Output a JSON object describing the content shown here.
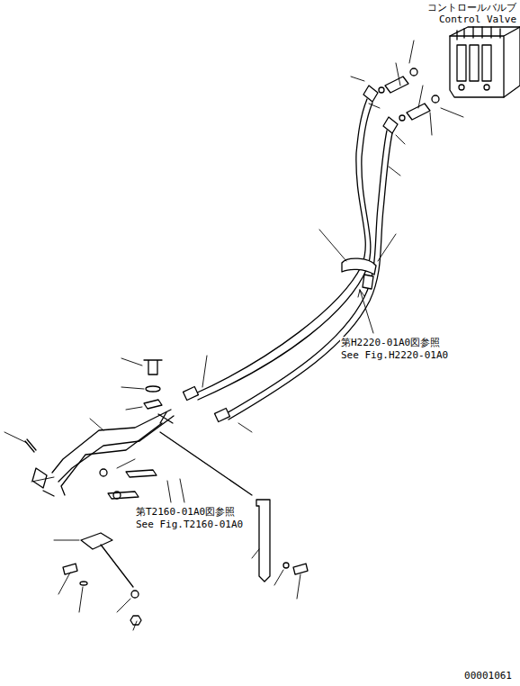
{
  "diagram": {
    "labels": [
      "コントロールバルブ",
      "Control Valve",
      "第H2220-01A0図参照",
      "See Fig.H2220-01A0",
      "第T2160-01A0図参照",
      "See Fig.T2160-01A0",
      "00001061"
    ]
  }
}
